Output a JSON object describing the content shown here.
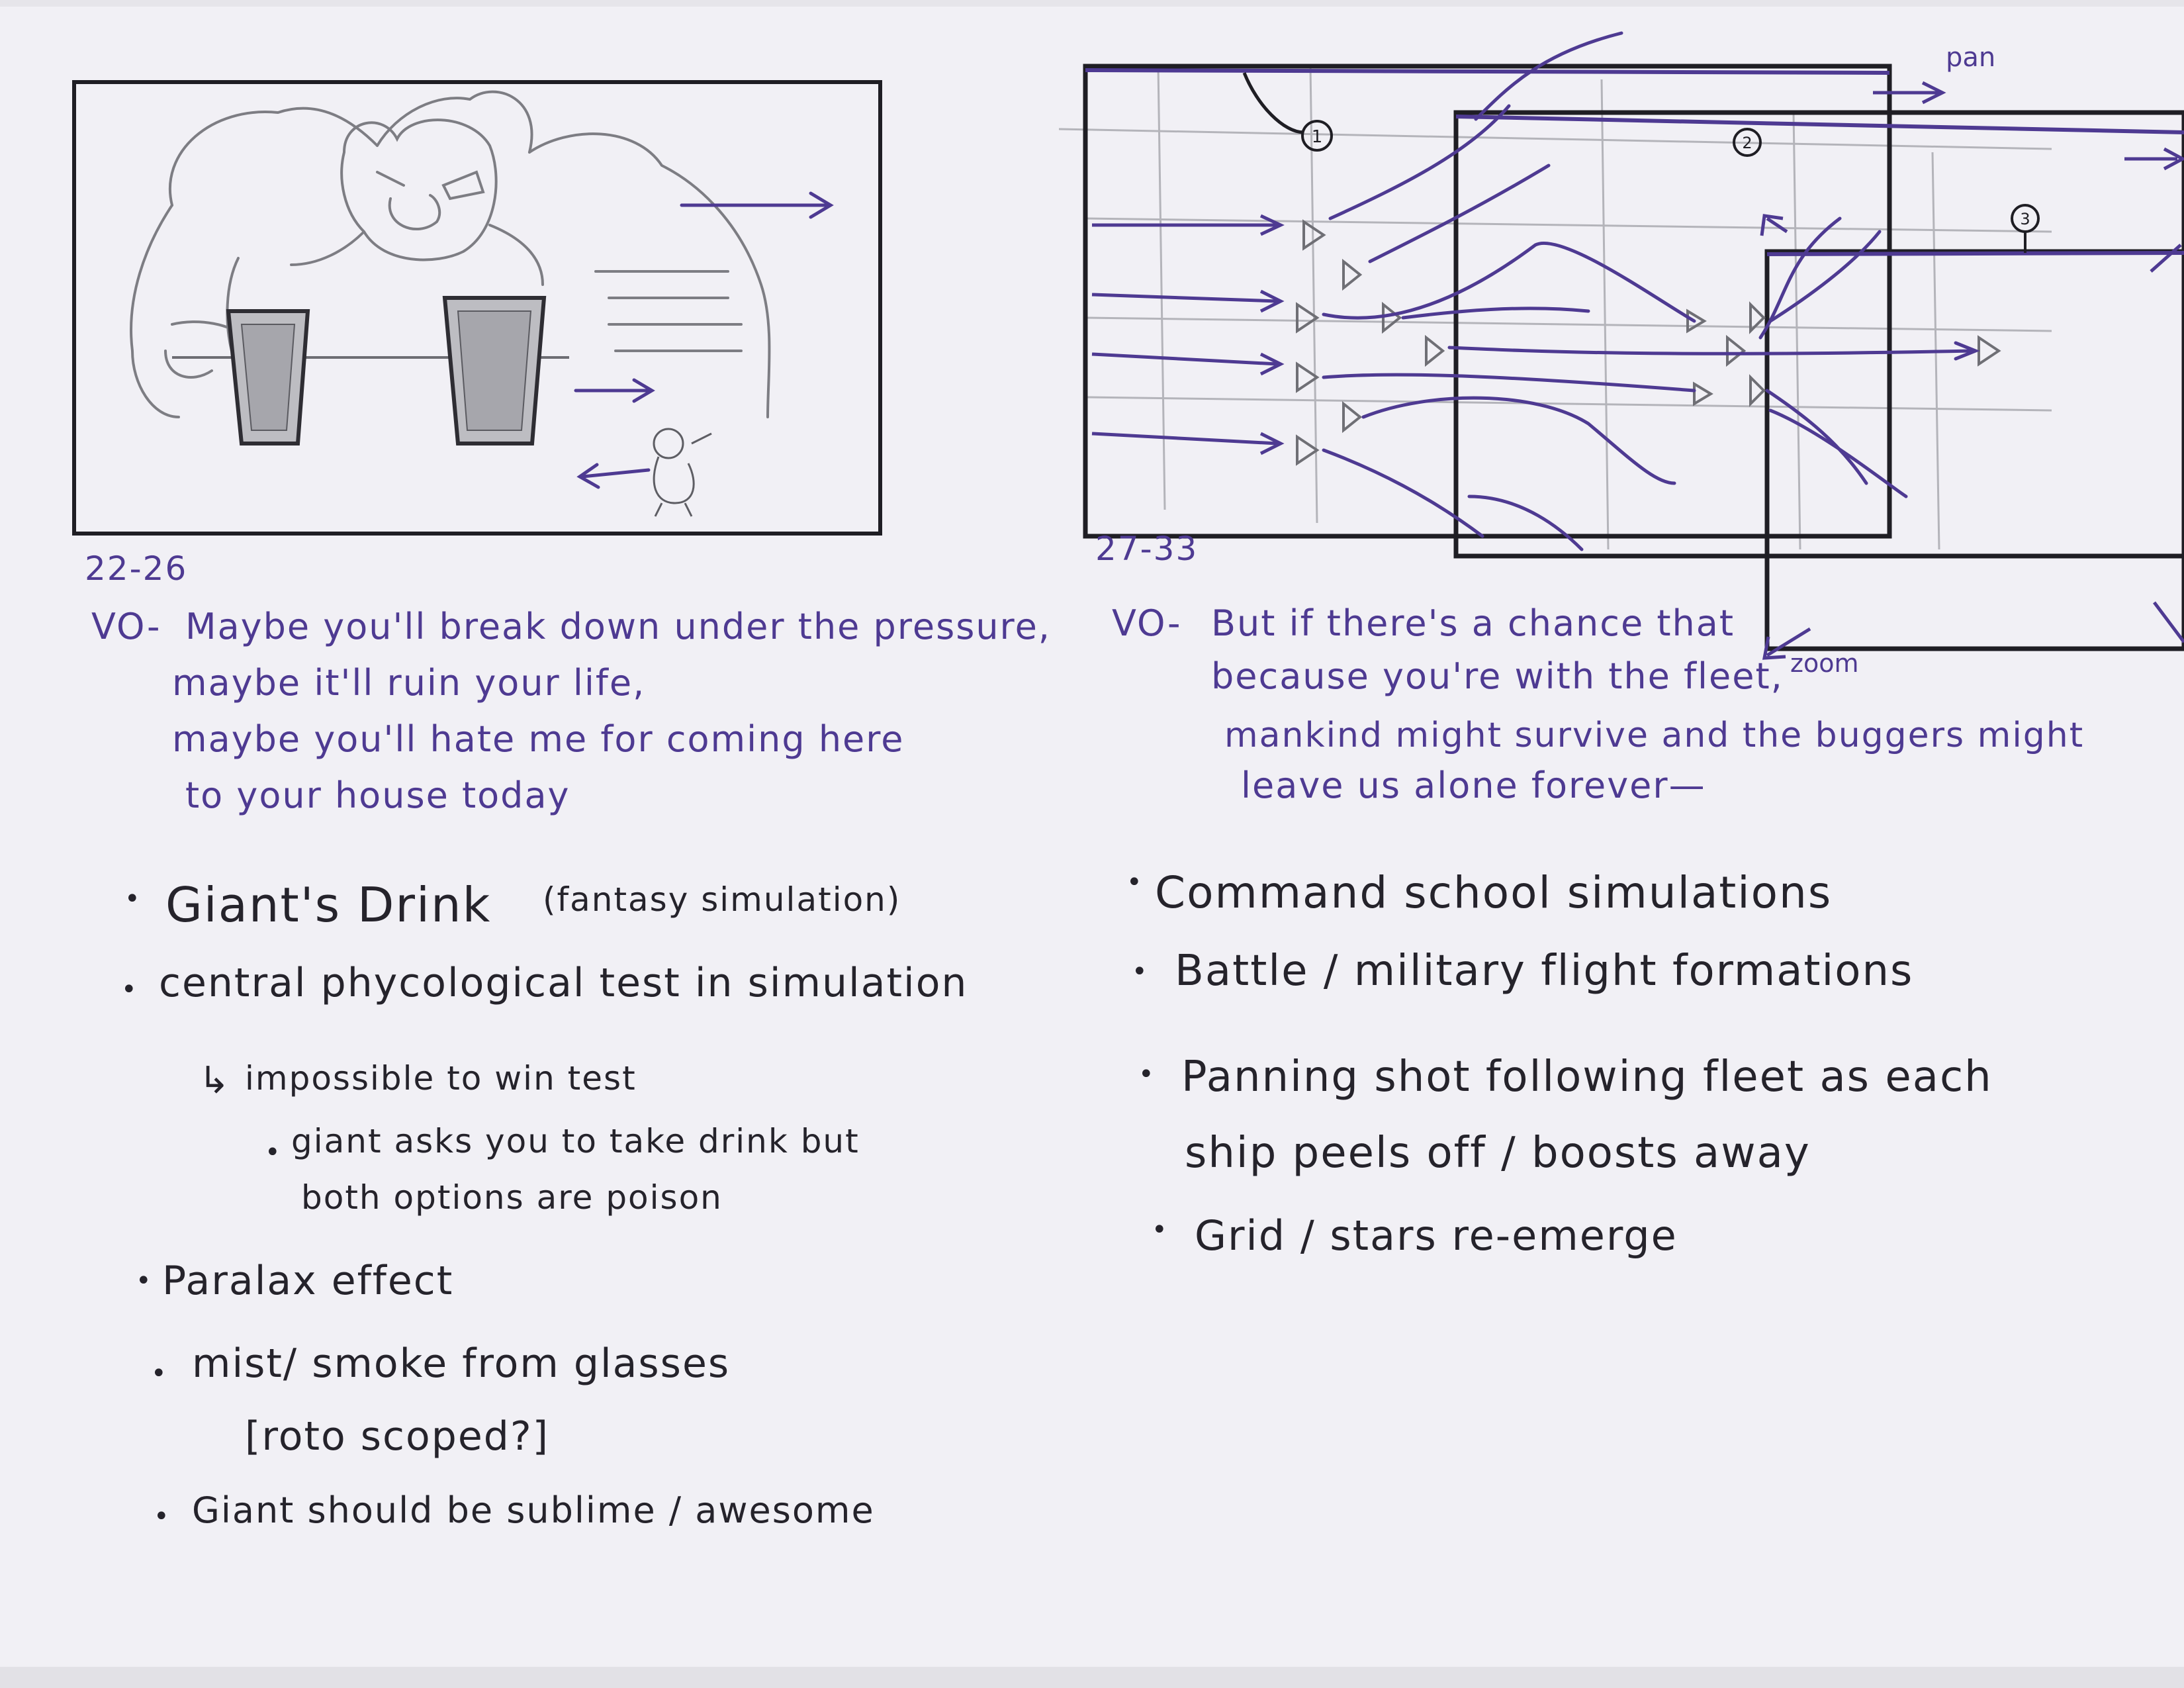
{
  "left": {
    "shot_number": "22-26",
    "vo_label": "VO-",
    "vo_lines": [
      "Maybe you'll break down under the pressure,",
      "maybe it'll ruin your life,",
      "maybe you'll hate me for coming here",
      "to your house today"
    ],
    "notes": [
      "Giant's Drink",
      "(fantasy simulation)",
      "central phycological test in simulation",
      "impossible to win test",
      "giant asks you to take drink but",
      "both options are poison",
      "Paralax effect",
      "mist/ smoke from glasses",
      "[roto scoped?]",
      "Giant should be sublime / awesome"
    ]
  },
  "right": {
    "shot_number": "27-33",
    "vo_label": "VO-",
    "vo_lines": [
      "But if there's a chance that",
      "because you're with the fleet,",
      "mankind might survive and the buggers might",
      "leave us alone forever—"
    ],
    "diagram_labels": {
      "pan": "pan",
      "zoom": "zoom",
      "frame1": "1",
      "frame2": "2",
      "frame3": "3"
    },
    "notes": [
      "Command school simulations",
      "Battle / military flight formations",
      "Panning shot following fleet as each",
      "ship peels off / boosts away",
      "Grid / stars re-emerge"
    ]
  },
  "colors": {
    "ink": "#25232b",
    "purple_ink": "#4e3a92",
    "pencil": "#8a8a8f",
    "paper": "#f1f0f5"
  }
}
